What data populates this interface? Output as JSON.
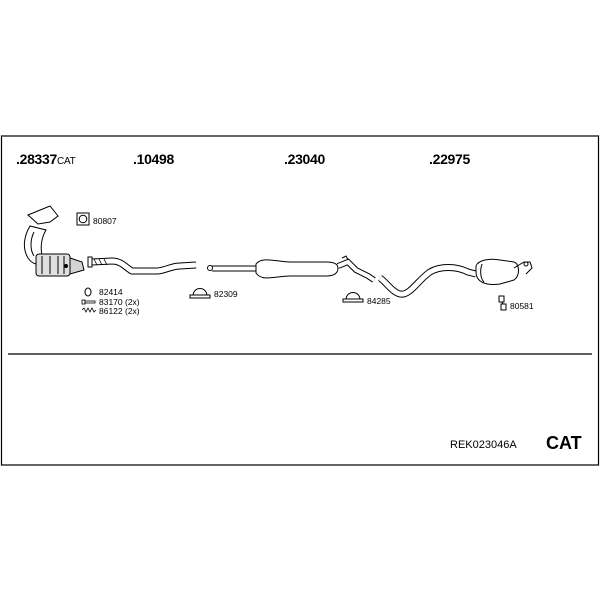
{
  "parts": {
    "p28337": {
      "number": ".28337",
      "suffix": "CAT"
    },
    "p10498": {
      "number": ".10498"
    },
    "p23040": {
      "number": ".23040"
    },
    "p22975": {
      "number": ".22975"
    }
  },
  "accessories": {
    "a80807": "80807",
    "a82414": "82414",
    "a83170": "83170 (2x)",
    "a86122": "86122 (2x)",
    "a82309": "82309",
    "a84285": "84285",
    "a80581": "80581"
  },
  "footer": {
    "reference": "REK023046A",
    "cat_label": "CAT"
  }
}
